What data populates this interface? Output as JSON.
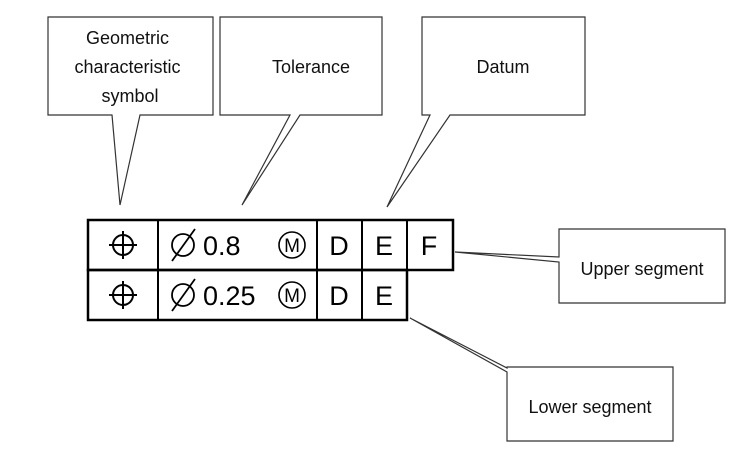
{
  "callouts": {
    "symbol": [
      "Geometric",
      "characteristic",
      "symbol"
    ],
    "tolerance": "Tolerance",
    "datum": "Datum",
    "upper": "Upper segment",
    "lower": "Lower segment"
  },
  "frame": {
    "upper": {
      "tolerance_value": "0.8",
      "modifier": "M",
      "datums": [
        "D",
        "E",
        "F"
      ]
    },
    "lower": {
      "tolerance_value": "0.25",
      "modifier": "M",
      "datums": [
        "D",
        "E"
      ]
    }
  },
  "colors": {
    "stroke": "#000000",
    "callout_stroke": "#333333"
  },
  "icons": {
    "position": "position-symbol-icon",
    "diameter": "diameter-symbol-icon",
    "mmc": "mmc-modifier-icon"
  }
}
